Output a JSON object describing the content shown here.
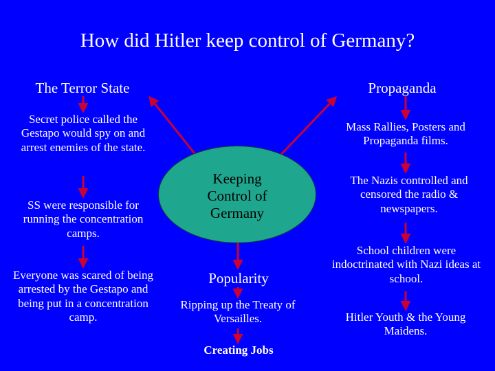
{
  "title": "How did Hitler keep control of Germany?",
  "center": "Keeping Control of Germany",
  "terror": {
    "heading": "The Terror State",
    "items": [
      "Secret police called the Gestapo would spy on and arrest enemies of the state.",
      "SS were responsible for running the concentration camps.",
      "Everyone was scared of being arrested by the Gestapo and being put in a concentration camp."
    ]
  },
  "propaganda": {
    "heading": "Propaganda",
    "items": [
      "Mass Rallies, Posters and Propaganda films.",
      "The Nazis controlled and censored the radio & newspapers.",
      "School children were indoctrinated with Nazi ideas at school.",
      "Hitler Youth & the Young Maidens."
    ]
  },
  "popularity": {
    "heading": "Popularity",
    "items": [
      "Ripping up the Treaty of Versailles.",
      "Creating Jobs"
    ]
  },
  "colors": {
    "background": "#0000ff",
    "arrow": "#cc0033",
    "ellipse": "#1fa68e"
  }
}
